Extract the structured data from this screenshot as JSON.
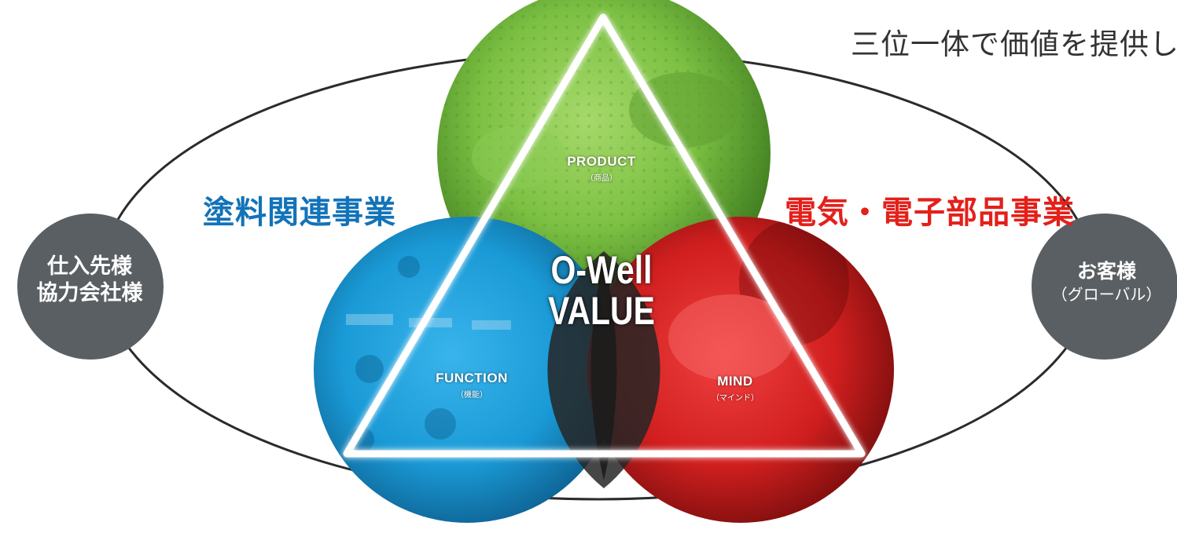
{
  "heading": "三位一体で価値を提供し",
  "sectors": {
    "left": {
      "label": "塗料関連事業",
      "color": "#1273b8"
    },
    "right": {
      "label": "電気・電子部品事業",
      "color": "#e3201b"
    }
  },
  "side_nodes": {
    "left": {
      "line1": "仕入先様",
      "line2": "協力会社様",
      "color": "#5a5f63"
    },
    "right": {
      "line1": "お客様",
      "line2": "（グローバル）",
      "color": "#5a5f63"
    }
  },
  "triangle_nodes": {
    "product": {
      "en": "PRODUCT",
      "jp": "（商品）",
      "color": "#6db33f"
    },
    "function": {
      "en": "FUNCTION",
      "jp": "（機能）",
      "color": "#1a9ad6"
    },
    "mind": {
      "en": "MIND",
      "jp": "（マインド）",
      "color": "#d11f1f"
    }
  },
  "center": {
    "line1": "O-Well",
    "line2": "VALUE"
  }
}
